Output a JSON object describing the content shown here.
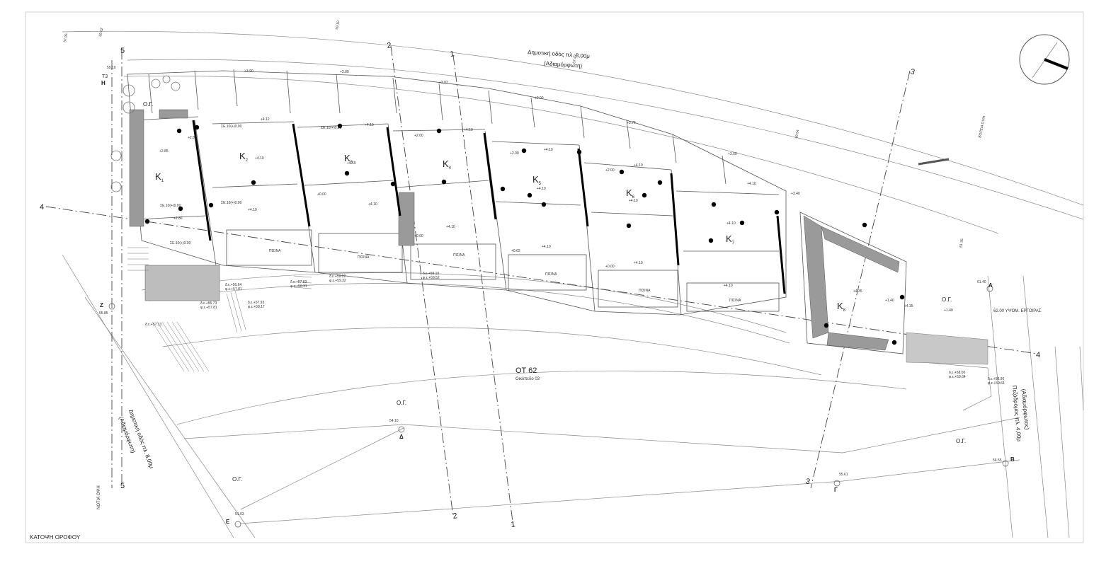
{
  "drawing": {
    "title": "ΚΑΤΟΨΗ ΟΡΟΦΟΥ",
    "plot": "ΟΤ 62",
    "plot_sub": "Οικόπεδο 03",
    "roads": {
      "north": "Δημοτική οδός  πλ. 8,00μ",
      "north_sub": "(Αδιαμόρφωτη)",
      "south": "Δημοτική οδός  πλ. 8,00μ",
      "south_sub": "(Αδιαμόρφωτη)",
      "east": "Πεζόδρομος  πλ. 4,00μ",
      "east_sub": "(Αδιαμόρφωτος)",
      "east_level": "62.00 ΥΨΟΜ. ΕΡΓΟΙΡΑΣ"
    },
    "facades": {
      "north": "ΒΟΡΕΙΑ ΟΨΗ",
      "south": "ΝΟΤΙΑ ΟΨΗ"
    },
    "og": [
      "Ο.Γ.",
      "Ο.Γ.",
      "Ο.Γ.",
      "Ο.Γ.",
      "Ο.Γ."
    ],
    "units": [
      {
        "k": "K",
        "n": "1"
      },
      {
        "k": "K",
        "n": "2"
      },
      {
        "k": "K",
        "n": "3"
      },
      {
        "k": "K",
        "n": "4"
      },
      {
        "k": "K",
        "n": "5"
      },
      {
        "k": "K",
        "n": "6"
      },
      {
        "k": "K",
        "n": "7"
      },
      {
        "k": "K",
        "n": "8"
      }
    ],
    "pool": "ΠΙΣΙΝΑ",
    "sections": [
      "1",
      "2",
      "3",
      "4",
      "5"
    ],
    "points": [
      {
        "name": "Α",
        "level": "61.40"
      },
      {
        "name": "Β",
        "level": "56.55"
      },
      {
        "name": "Γ",
        "level": "55.61"
      },
      {
        "name": "Δ",
        "level": "54.10"
      },
      {
        "name": "Ε",
        "level": "51.03"
      },
      {
        "name": "Ζ",
        "level": "55.85"
      },
      {
        "name": "Η",
        "level": "59.10"
      }
    ],
    "t3": "Τ3",
    "levels": {
      "l410": "+4.10",
      "l412": "+4.12",
      "l285": "+2.85",
      "l286": "+2.86",
      "l200": "+2.00",
      "l390": "+3.90",
      "l340": "+3.40",
      "l435": "+4.35",
      "l140": "+1.40",
      "l000": "+0.00",
      "l002": "+0.02",
      "l350": "+3.50",
      "l376": "+3.76",
      "l302": "+3.02",
      "l380": "+3.80",
      "l280": "+2.80",
      "l000b": "±0.00",
      "aa1": "δ.ε.+56.64",
      "aa2": "φ.ε.+57.81",
      "ab1": "δ.ε.+56.73",
      "ab2": "φ.ε.+57.81",
      "ac1": "δ.ε.+57.13",
      "ad1": "δ.ε.+57.83",
      "ad2": "φ.ε.+56.31",
      "ae1": "δ.ε.+57.93",
      "ae2": "φ.ε.+58.17",
      "af1": "δ.ε.+59.02",
      "af2": "φ.ε.+59.32",
      "ag1": "δ.ε.+59.10",
      "ag2": "φ.ε.+59.52",
      "ah1": "δ.ε.+58.00",
      "ah2": "φ.ε.+59.64",
      "ai1": "δ.ε.+58.90",
      "ai2": "φ.ε.+59.64",
      "sl": "ΣΕ.10(+)0.00"
    },
    "edge_levels": [
      "57.95",
      "59.02",
      "59.10",
      "57.43",
      "59.54",
      "61.35",
      "61.40"
    ]
  }
}
